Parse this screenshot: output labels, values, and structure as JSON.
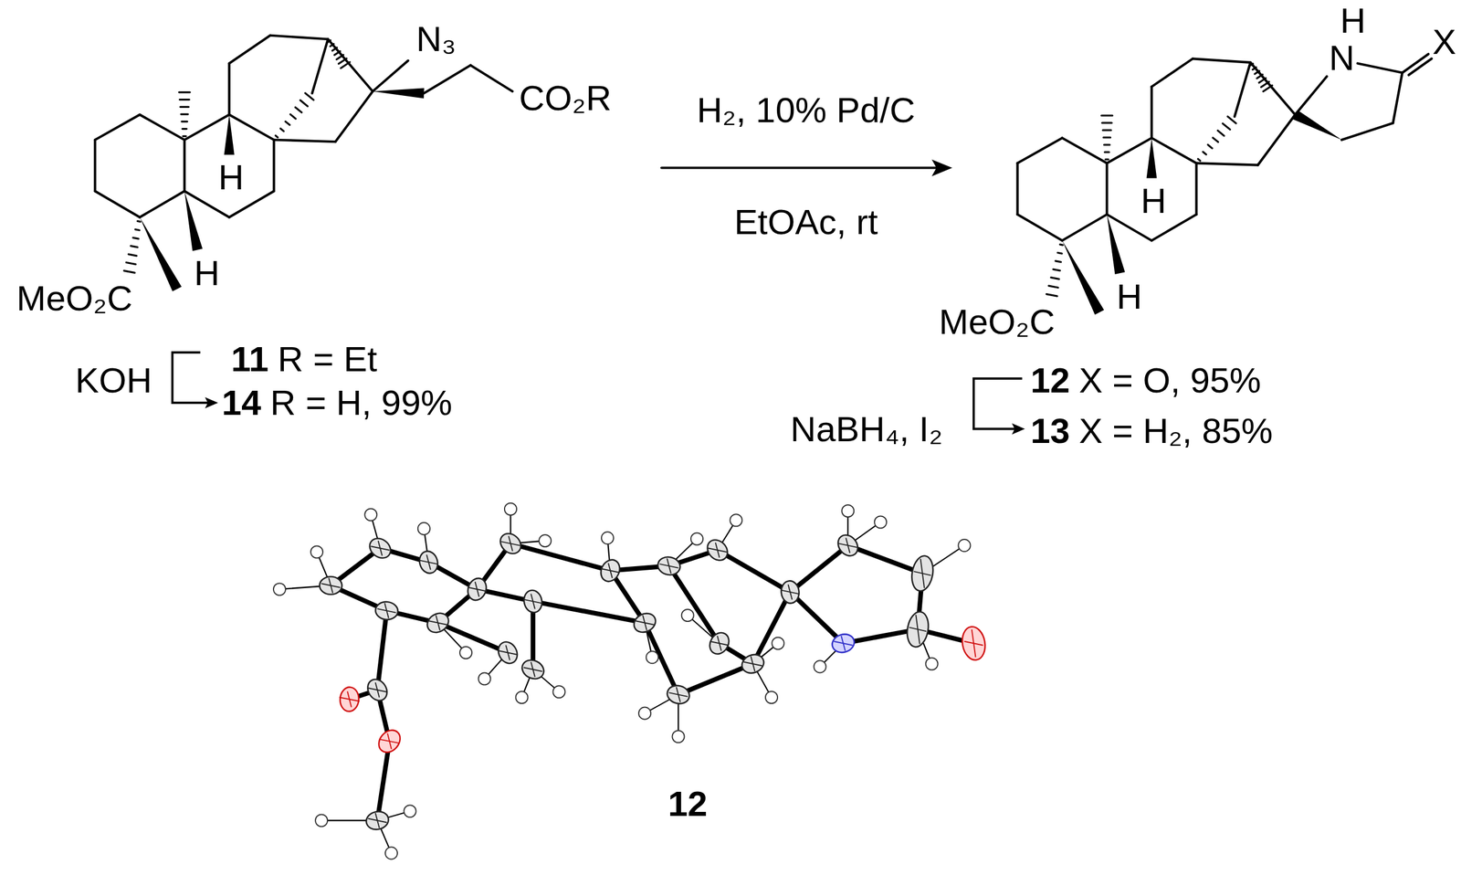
{
  "diagram": {
    "labels": [
      "N₃",
      "CO₂R",
      "H",
      "H",
      "MeO₂C",
      "H₂, 10% Pd/C",
      "EtOAc, rt",
      "H",
      "N",
      "X",
      "H",
      "H",
      "MeO₂C",
      "KOH",
      "11",
      "R = Et",
      "14",
      "R = H, 99%",
      "12",
      "X = O, 95%",
      "NaBH₄, I₂",
      "13",
      "X = H₂, 85%",
      "12"
    ]
  }
}
